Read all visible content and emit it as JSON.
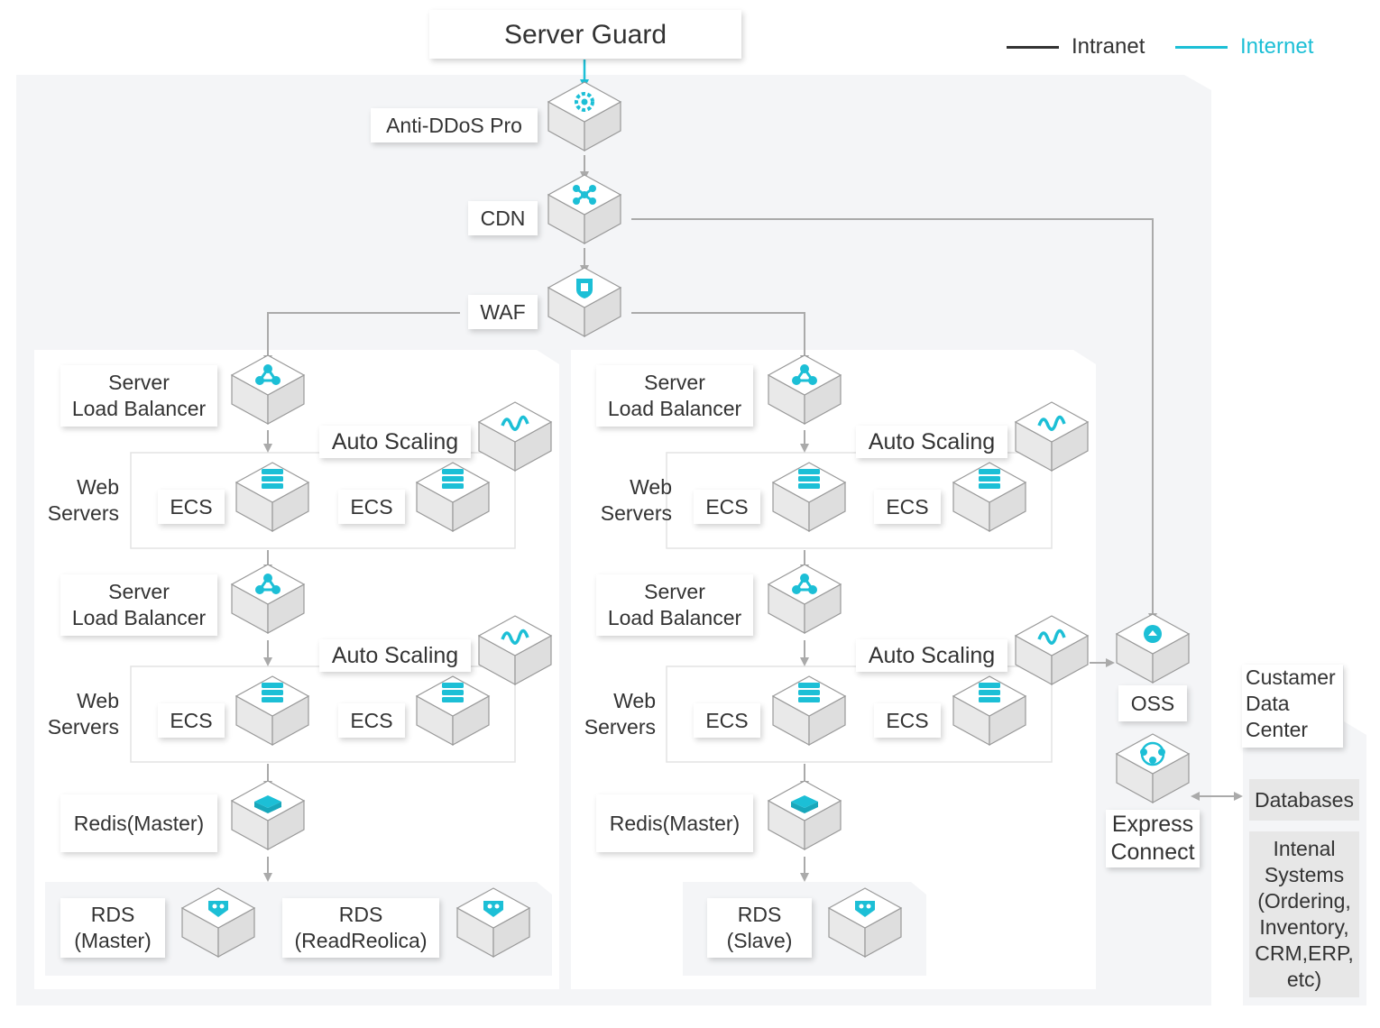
{
  "title": "Server Guard",
  "legend": [
    {
      "label": "Intranet",
      "color": "#333333"
    },
    {
      "label": "Internet",
      "color": "#1cbfd6"
    }
  ],
  "top_chain": {
    "anti_ddos": "Anti-DDoS Pro",
    "cdn": "CDN",
    "waf": "WAF"
  },
  "cluster": {
    "slb_l1": "Server",
    "slb_l2": "Load Balancer",
    "auto_scaling": "Auto Scaling",
    "web_l1": "Web",
    "web_l2": "Servers",
    "ecs": "ECS",
    "redis": "Redis(Master)"
  },
  "rds": {
    "master_l1": "RDS",
    "master_l2": "(Master)",
    "replica_l1": "RDS",
    "replica_l2": "(ReadReolica)",
    "slave_l1": "RDS",
    "slave_l2": "(Slave)"
  },
  "oss": "OSS",
  "express_connect": {
    "l1": "Express",
    "l2": "Connect"
  },
  "data_center": {
    "title_lines": [
      "Custamer",
      "Data",
      "Center"
    ],
    "databases": "Databases",
    "internal_lines": [
      "Intenal",
      "Systems",
      "(Ordering,",
      "Inventory,",
      "CRM,ERP,",
      "etc)"
    ]
  },
  "colors": {
    "accent": "#1cbfd6",
    "line": "#aaaaaa",
    "panel": "#f4f5f7"
  }
}
